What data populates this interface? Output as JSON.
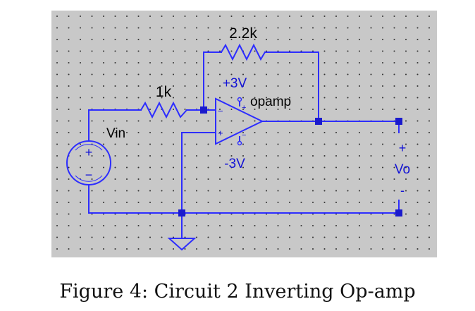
{
  "labels": {
    "feedback_resistor": "2.2k",
    "input_resistor": "1k",
    "positive_supply": "+3V",
    "negative_supply": "-3V",
    "opamp": "opamp",
    "source": "Vin",
    "output": "Vo",
    "output_plus": "+",
    "output_minus": "-",
    "source_plus": "+",
    "source_minus": "−",
    "opamp_minus_pin": "−",
    "opamp_plus_pin": "+",
    "supply_plus_pin": "+",
    "supply_minus_pin": "−"
  },
  "caption": "Figure 4: Circuit 2 Inverting Op-amp",
  "colors": {
    "canvas": "#c8c8c8",
    "grid_dot": "#333333",
    "wire": "#2d2dff",
    "node": "#1a1acc",
    "component_label": "#000000",
    "net_label": "#1212d6"
  }
}
